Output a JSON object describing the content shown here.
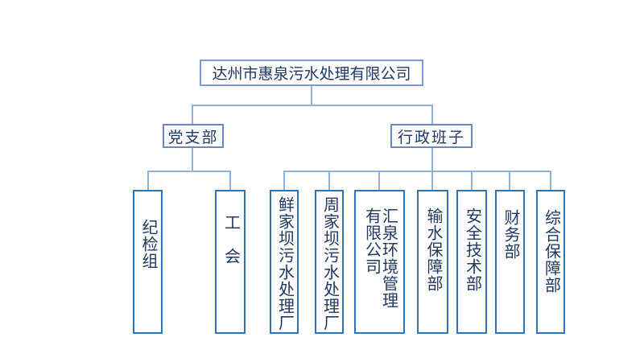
{
  "palette": {
    "background": "#ffffff",
    "text": "#1F3864",
    "connector_line": "#92B1DC",
    "root_border": "#7B9BD5",
    "branch_border": "#6A89BC",
    "leaf_border": "#2E75B6"
  },
  "org": {
    "root": {
      "label": "达州市惠泉污水处理有限公司"
    },
    "branches": [
      {
        "label": "党支部"
      },
      {
        "label": "行政班子"
      }
    ],
    "party_children": [
      {
        "label": "纪检组"
      },
      {
        "label": "工　会"
      }
    ],
    "admin_children": [
      {
        "label": "鲜家坝污水处理厂"
      },
      {
        "label": "周家坝污水处理厂"
      },
      {
        "label": "汇泉环境管理\n有限公司"
      },
      {
        "label": "输水保障部"
      },
      {
        "label": "安全技术部"
      },
      {
        "label": "财务部"
      },
      {
        "label": "综合保障部"
      }
    ]
  }
}
